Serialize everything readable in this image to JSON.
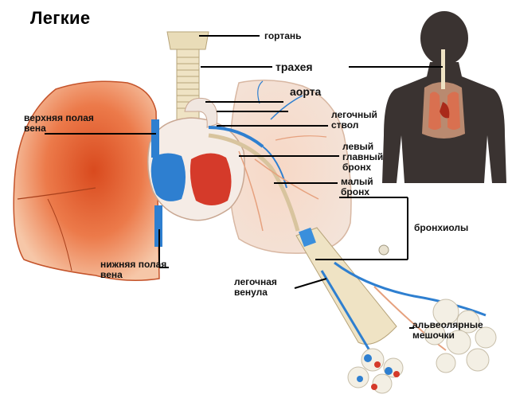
{
  "title": "Легкие",
  "labels": {
    "larynx": "гортань",
    "trachea": "трахея",
    "aorta": "аорта",
    "svc_line1": "верхняя полая",
    "svc_line2": "вена",
    "pulmonary_trunk_line1": "легочный",
    "pulmonary_trunk_line2": "ствол",
    "left_bronchus_line1": "левый",
    "left_bronchus_line2": "главный",
    "left_bronchus_line3": "бронх",
    "small_bronchus_line1": "малый",
    "small_bronchus_line2": "бронх",
    "bronchioles": "бронхиолы",
    "ivc_line1": "нижняя полая",
    "ivc_line2": "вена",
    "venule_line1": "легочная",
    "venule_line2": "венула",
    "alveoli_line1": "альвеолярные",
    "alveoli_line2": "мешочки"
  },
  "colors": {
    "lung": "#e8693a",
    "lung_light": "#f4c2a4",
    "vein": "#2e7fd0",
    "trachea": "#efe3c4",
    "silhouette": "#3a3331"
  }
}
